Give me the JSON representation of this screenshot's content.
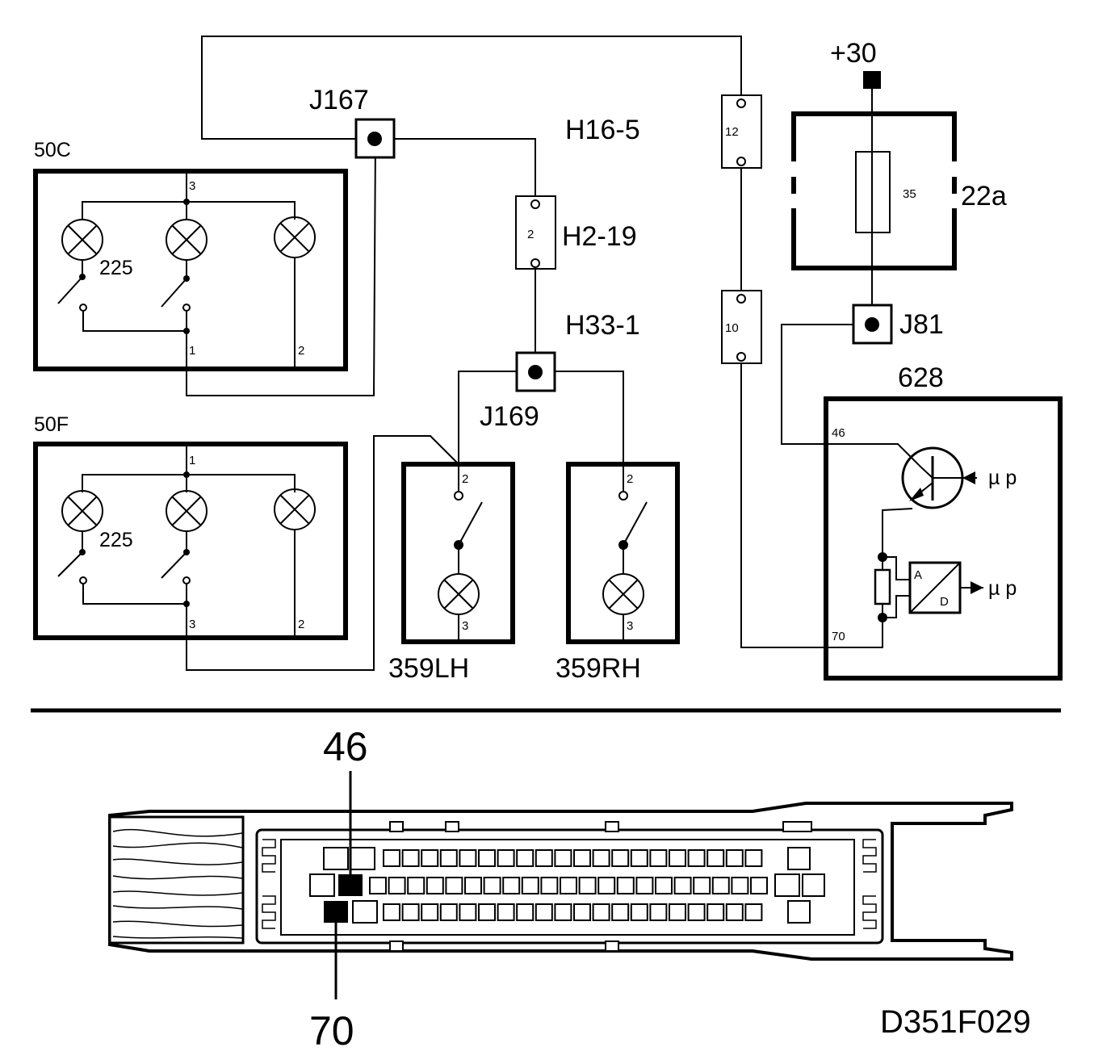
{
  "labels": {
    "c50c": "50C",
    "c50f": "50F",
    "j167": "J167",
    "h16_5": "H16-5",
    "h2_19": "H2-19",
    "h33_1": "H33-1",
    "j169": "J169",
    "plus30": "+30",
    "c22a": "22a",
    "j81": "J81",
    "c628": "628",
    "c359lh": "359LH",
    "c359rh": "359RH",
    "bulb_50c": "225",
    "bulb_50f": "225",
    "fuse_35": "35",
    "conn_12": "12",
    "conn_10": "10",
    "conn_2": "2",
    "pin46": "46",
    "pin70": "70",
    "mu_p_1": "µ p",
    "mu_p_2": "µ p",
    "adc_a": "A",
    "adc_d": "D",
    "plug_46": "46",
    "plug_70": "70",
    "figure_id": "D351F029"
  },
  "pins": {
    "p50c_3": "3",
    "p50c_1": "1",
    "p50c_2": "2",
    "p50f_1": "1",
    "p50f_3": "3",
    "p50f_2": "2",
    "lh_2": "2",
    "lh_3": "3",
    "rh_2": "2",
    "rh_3": "3"
  }
}
